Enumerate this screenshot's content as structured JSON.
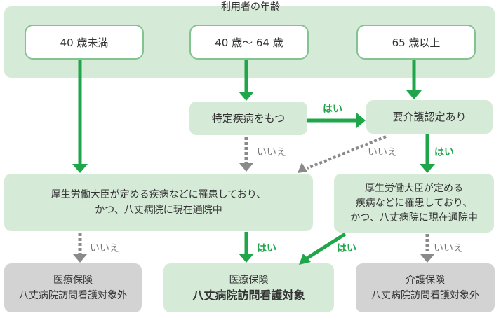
{
  "diagram": {
    "title": "利用者の年齢",
    "age_groups": [
      "40 歳未満",
      "40 歳～ 64 歳",
      "65 歳以上"
    ],
    "nodes": {
      "specific_disease": "特定疾病をもつ",
      "care_certified": "要介護認定あり",
      "condition_left": [
        "厚生労働大臣が定める疾病などに罹患しており、",
        "かつ、八丈病院に現在通院中"
      ],
      "condition_right": [
        "厚生労働大臣が定める",
        "疾病などに罹患しており、",
        "かつ、八丈病院に現在通院中"
      ],
      "result_left": [
        "医療保険",
        "八丈病院訪問看護対象外"
      ],
      "result_center": [
        "医療保険",
        "八丈病院訪問看護対象"
      ],
      "result_right": [
        "介護保険",
        "八丈病院訪問看護対象外"
      ]
    },
    "labels": {
      "yes": "はい",
      "no": "いいえ"
    },
    "colors": {
      "panel": "#d5ead7",
      "box_border": "#82c38f",
      "yes_arrow": "#1fa64a",
      "no_arrow": "#8a8a8a",
      "gray_node": "#d3d3d3"
    }
  }
}
